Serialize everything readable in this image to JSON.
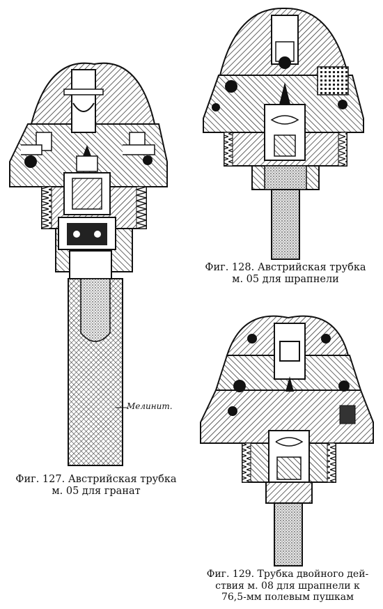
{
  "figures": [
    {
      "id": "fig127",
      "caption_lines": [
        "Фиг. 127. Австрийская трубка",
        "м. 05 для гранат"
      ],
      "label": "Мелинит."
    },
    {
      "id": "fig128",
      "caption_lines": [
        "Фиг. 128. Австрийская трубка",
        "м. 05 для шрапнели"
      ]
    },
    {
      "id": "fig129",
      "caption_lines": [
        "Фиг. 129. Трубка двойного дей-",
        "ствия м. 08 для шрапнели к",
        "76,5-мм полевым пушкам"
      ]
    }
  ]
}
